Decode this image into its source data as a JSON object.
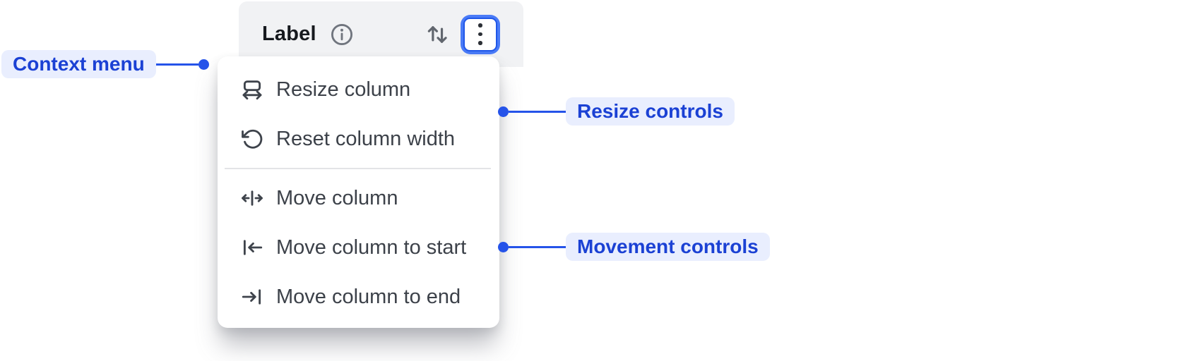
{
  "header": {
    "label": "Label",
    "info_icon": "info-icon",
    "sort_icon": "sort-arrows-icon",
    "menu_button_icon": "kebab-menu-icon",
    "menu_button_state": "focused"
  },
  "menu": {
    "items": [
      {
        "icon": "resize-column-icon",
        "label": "Resize column"
      },
      {
        "icon": "reset-column-width-icon",
        "label": "Reset column width"
      },
      {
        "icon": "move-column-icon",
        "label": "Move column"
      },
      {
        "icon": "move-column-to-start-icon",
        "label": "Move column to start"
      },
      {
        "icon": "move-column-to-end-icon",
        "label": "Move column to end"
      }
    ],
    "divider_after_index": 1
  },
  "annotations": {
    "context_menu": {
      "label": "Context menu"
    },
    "resize_controls": {
      "label": "Resize controls"
    },
    "movement_controls": {
      "label": "Movement controls"
    }
  },
  "colors": {
    "accent_blue": "#2553e9",
    "focus_ring_blue": "#4a7bf7",
    "focus_ring_inner_blue": "#2057e8",
    "badge_background": "#e9eefe",
    "badge_text": "#1b41d4",
    "header_background": "#f1f2f4",
    "menu_background": "#ffffff",
    "menu_text": "#3c4149",
    "divider": "#e3e4e7",
    "header_text": "#16191e",
    "muted_icon": "#70757e"
  }
}
